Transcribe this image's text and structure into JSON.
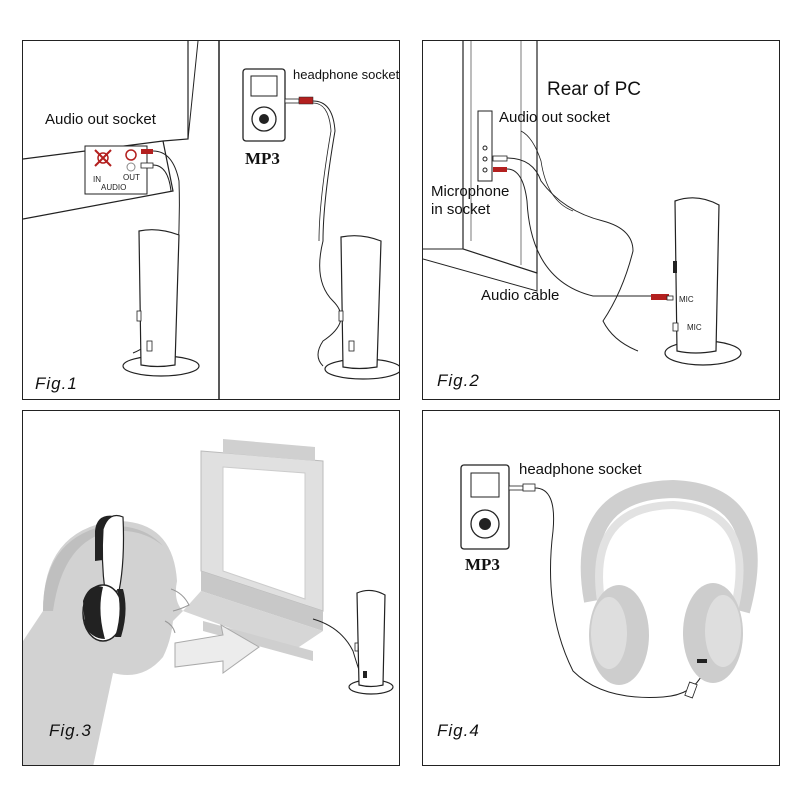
{
  "panels": [
    {
      "figure_label": "Fig.1",
      "labels": {
        "audio_out_socket": "Audio out socket",
        "in": "IN",
        "out": "OUT",
        "audio": "AUDIO",
        "headphone_socket": "headphone socket",
        "mp3": "MP3"
      }
    },
    {
      "figure_label": "Fig.2",
      "labels": {
        "rear_of_pc": "Rear of PC",
        "audio_out_socket": "Audio out socket",
        "microphone_in_socket": "Microphone\nin socket",
        "audio_cable": "Audio cable",
        "mic_1": "MIC",
        "mic_2": "MIC"
      }
    },
    {
      "figure_label": "Fig.3"
    },
    {
      "figure_label": "Fig.4",
      "labels": {
        "headphone_socket": "headphone socket",
        "mp3": "MP3"
      }
    }
  ],
  "colors": {
    "line": "#222222",
    "plug_red": "#b3201f",
    "device_gray": "#cfcfcf",
    "light_gray": "#d9d9d9"
  }
}
